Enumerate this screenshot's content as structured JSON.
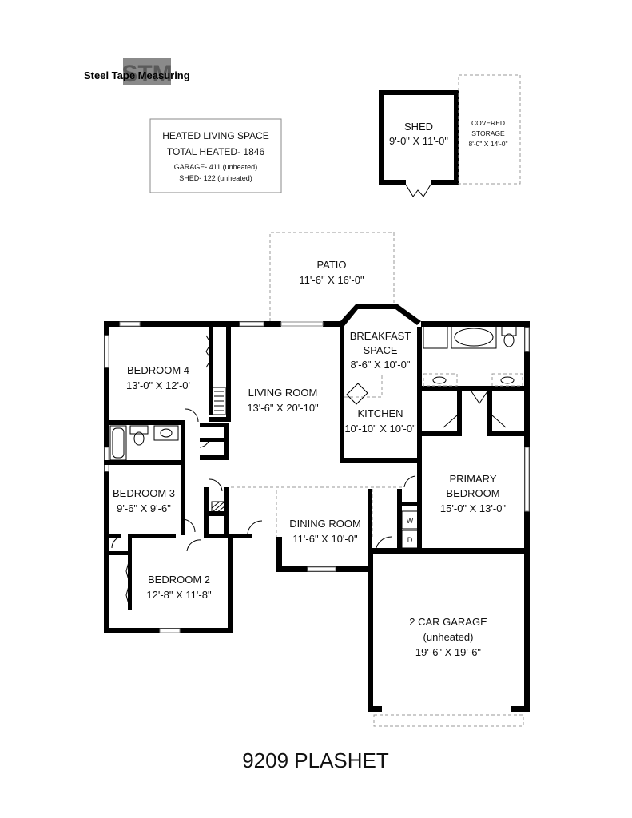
{
  "logo": {
    "text": "Steel Tape Measuring",
    "mark": "STM"
  },
  "summary": {
    "line1": "HEATED LIVING SPACE",
    "line2": "TOTAL HEATED- 1846",
    "line3": "GARAGE- 411 (unheated)",
    "line4": "SHED- 122 (unheated)"
  },
  "shed": {
    "name": "SHED",
    "dims": "9'-0\" X 11'-0\"",
    "covered_line1": "COVERED",
    "covered_line2": "STORAGE",
    "covered_dims": "8'-0\" X 14'-0\""
  },
  "rooms": {
    "patio": {
      "name": "PATIO",
      "dims": "11'-6\" X 16'-0\""
    },
    "breakfast": {
      "name1": "BREAKFAST",
      "name2": "SPACE",
      "dims": "8'-6\" X 10'-0\""
    },
    "bedroom4": {
      "name": "BEDROOM 4",
      "dims": "13'-0\" X 12'-0'"
    },
    "living": {
      "name": "LIVING ROOM",
      "dims": "13'-6\" X 20'-10\""
    },
    "kitchen": {
      "name": "KITCHEN",
      "dims": "10'-10\" X 10'-0\""
    },
    "primary": {
      "name1": "PRIMARY",
      "name2": "BEDROOM",
      "dims": "15'-0\" X 13'-0\""
    },
    "bedroom3": {
      "name": "BEDROOM 3",
      "dims": "9'-6\" X 9'-6\""
    },
    "dining": {
      "name": "DINING ROOM",
      "dims": "11'-6\" X 10'-0\""
    },
    "bedroom2": {
      "name": "BEDROOM 2",
      "dims": "12'-8\" X 11'-8\""
    },
    "garage": {
      "name1": "2 CAR GARAGE",
      "name2": "(unheated)",
      "dims": "19'-6\" X 19'-6\""
    }
  },
  "appliances": {
    "washer": "W",
    "dryer": "D"
  },
  "address": "9209 PLASHET"
}
